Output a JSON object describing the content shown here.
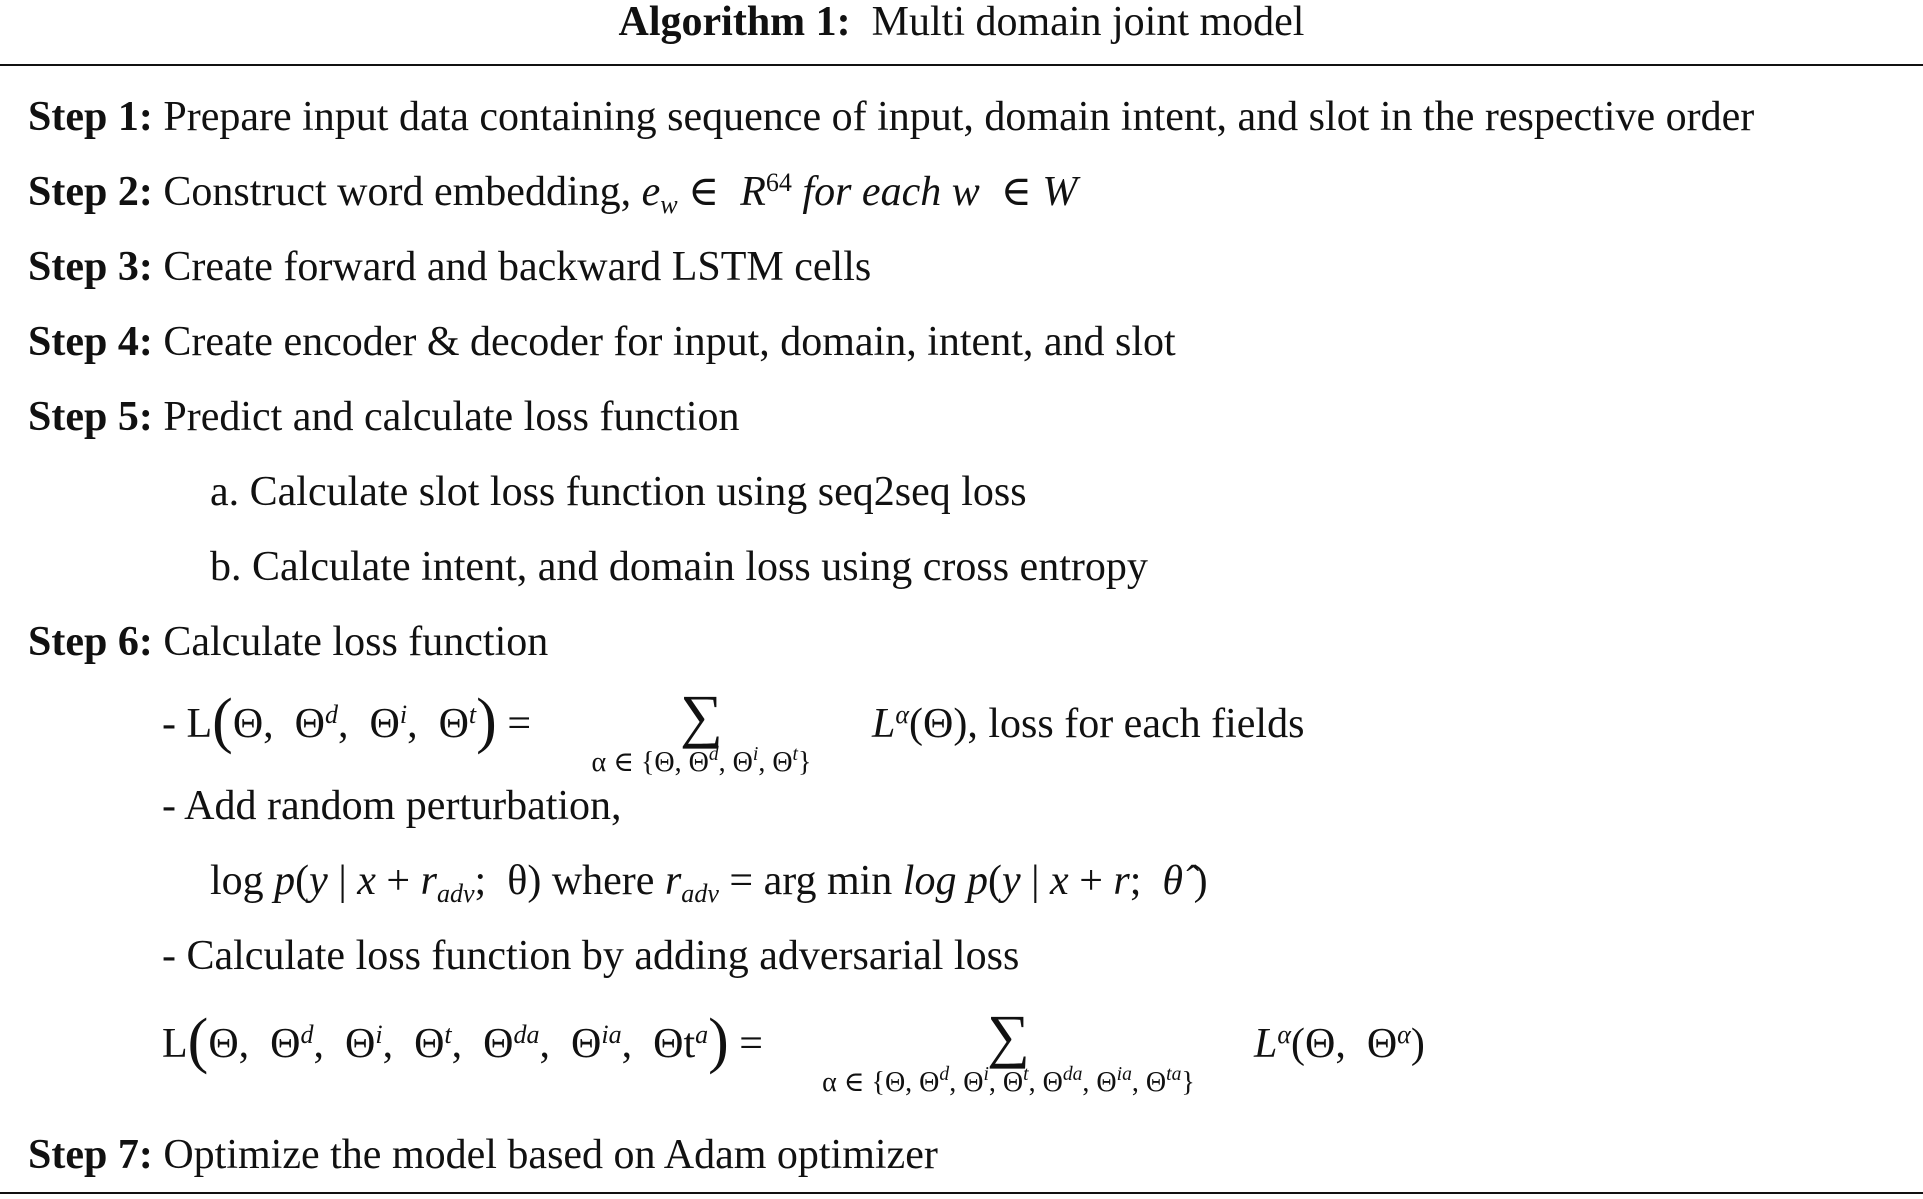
{
  "title": {
    "label": "Algorithm 1:",
    "name": "Multi domain joint model"
  },
  "steps": [
    {
      "label": "Step 1:",
      "text": "Prepare input data containing sequence of input, domain intent, and slot in the respective order"
    },
    {
      "label": "Step 2:",
      "text": "Construct word embedding,"
    },
    {
      "label": "Step 3:",
      "text": "Create forward and backward LSTM cells"
    },
    {
      "label": "Step 4:",
      "text": "Create encoder & decoder for input, domain, intent, and slot"
    },
    {
      "label": "Step 5:",
      "text": "Predict and calculate loss function"
    },
    {
      "label": "Step 6:",
      "text": "Calculate loss function"
    },
    {
      "label": "Step 7:",
      "text": "Optimize the model based on Adam optimizer"
    }
  ],
  "substeps": {
    "a": "a. Calculate slot loss function using seq2seq loss",
    "b": "b. Calculate intent, and domain loss using cross entropy"
  },
  "step6": {
    "bullet1_suffix": ", loss for each fields",
    "bullet2": "- Add random perturbation,",
    "where": "where",
    "bullet3": "- Calculate loss function by adding adversarial loss"
  }
}
